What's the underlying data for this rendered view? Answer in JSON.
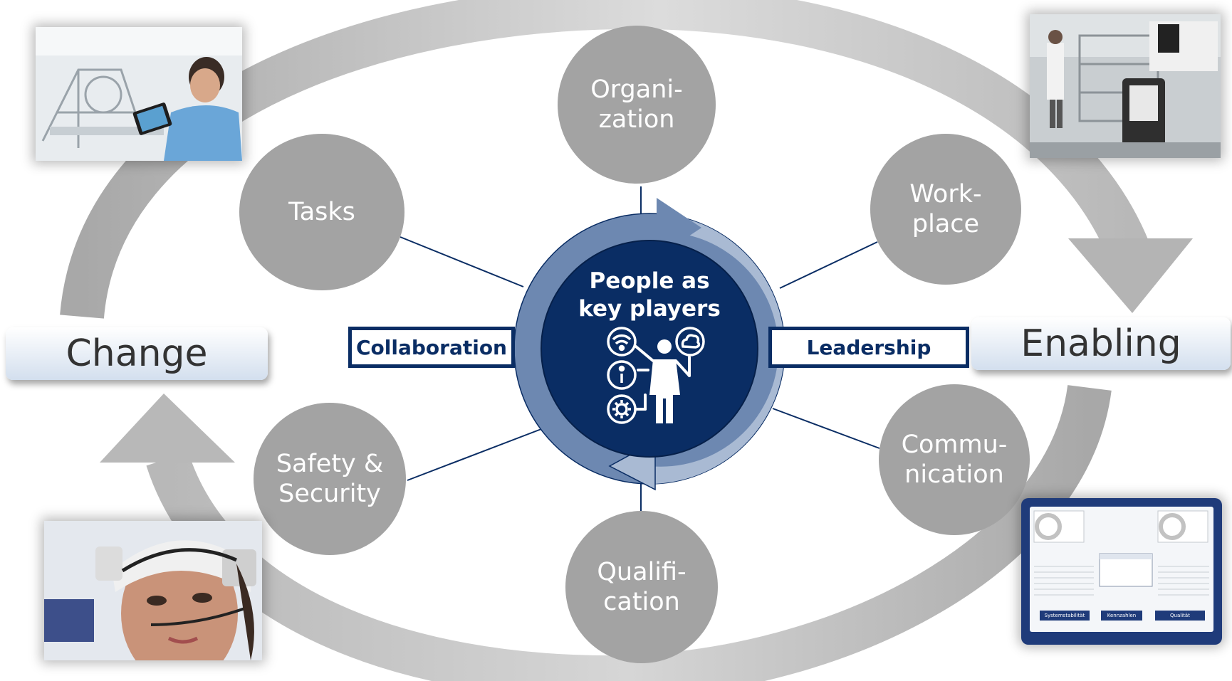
{
  "center": {
    "title": "People as\nkey players"
  },
  "nodes": {
    "organization": "Organi-\nzation",
    "workplace": "Work-\nplace",
    "communication": "Commu-\nnication",
    "qualification": "Qualifi-\ncation",
    "safety": "Safety &\nSecurity",
    "tasks": "Tasks"
  },
  "labels": {
    "collaboration": "Collaboration",
    "leadership": "Leadership"
  },
  "stages": {
    "change": "Change",
    "enabling": "Enabling"
  },
  "photo_texts": {
    "btn1": "Systemstabilität",
    "btn2": "Kennzahlen",
    "btn3": "Qualität"
  },
  "colors": {
    "navy": "#0a2d64",
    "steel_blue": "#6d88b1",
    "light_steel": "#a9bad3",
    "node_gray": "#a3a3a3",
    "arrow_gray": "#b4b4b4",
    "pill_gradient_end": "#d3dfee"
  },
  "icons": [
    "wifi-icon",
    "info-icon",
    "gear-icon",
    "cloud-icon",
    "person-icon"
  ]
}
